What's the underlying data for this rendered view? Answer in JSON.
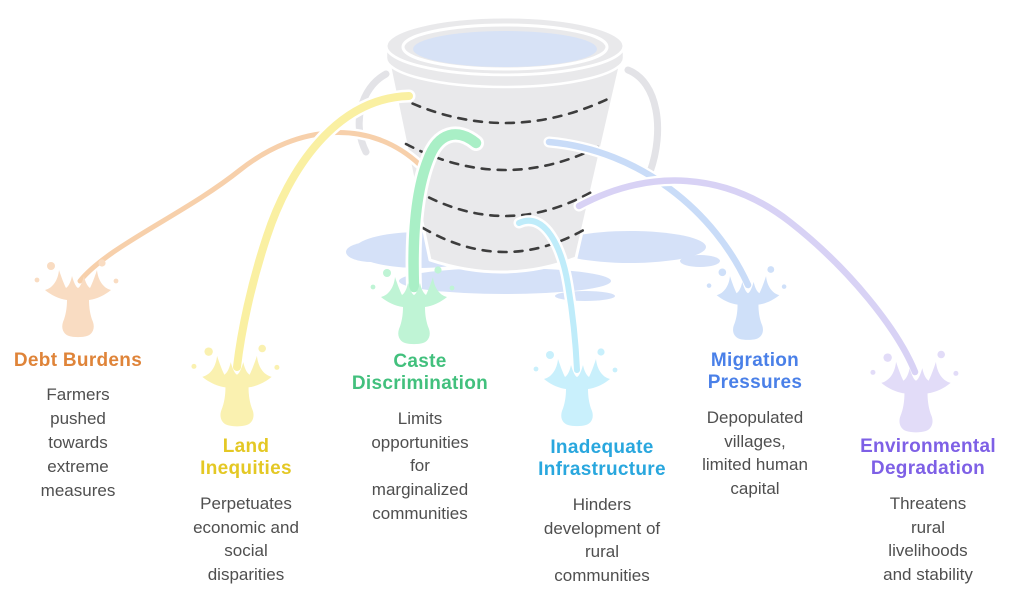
{
  "illustration": {
    "name": "leaky-bucket-diagram",
    "bucket_fill": "#e9e9eb",
    "bucket_outline": "#ffffff",
    "handle_color": "#e3e3e7",
    "water_fill": "#d7e2f6",
    "puddle_fill": "#d5e1f8",
    "dash_color": "#3d3d3d"
  },
  "leaks": [
    {
      "id": "debt-burdens",
      "title": "Debt Burdens",
      "description": "Farmers\npushed\ntowards\nextreme\nmeasures",
      "title_color": "#df8439",
      "stream_color": "#f7d0ab",
      "splash_color": "#f9dcc2"
    },
    {
      "id": "land-inequities",
      "title": "Land\nInequities",
      "description": "Perpetuates\neconomic and\nsocial\ndisparities",
      "title_color": "#e4c824",
      "stream_color": "#faf0a2",
      "splash_color": "#faf1b0"
    },
    {
      "id": "caste-discrimination",
      "title": "Caste\nDiscrimination",
      "description": "Limits\nopportunities\nfor\nmarginalized\ncommunities",
      "title_color": "#42c07d",
      "stream_color": "#a9efc6",
      "splash_color": "#bff4d5"
    },
    {
      "id": "inadequate-infrastructure",
      "title": "Inadequate\nInfrastructure",
      "description": "Hinders\ndevelopment of\nrural\ncommunities",
      "title_color": "#29a7de",
      "stream_color": "#bfecfa",
      "splash_color": "#c9f0fc"
    },
    {
      "id": "migration-pressures",
      "title": "Migration\nPressures",
      "description": "Depopulated\nvillages,\nlimited human\ncapital",
      "title_color": "#4a80e8",
      "stream_color": "#c9dcf8",
      "splash_color": "#cfe0f9"
    },
    {
      "id": "environmental-degradation",
      "title": "Environmental\nDegradation",
      "description": "Threatens\nrural\nlivelihoods\nand stability",
      "title_color": "#7e60e6",
      "stream_color": "#d8d2f5",
      "splash_color": "#e2dcf8"
    }
  ]
}
